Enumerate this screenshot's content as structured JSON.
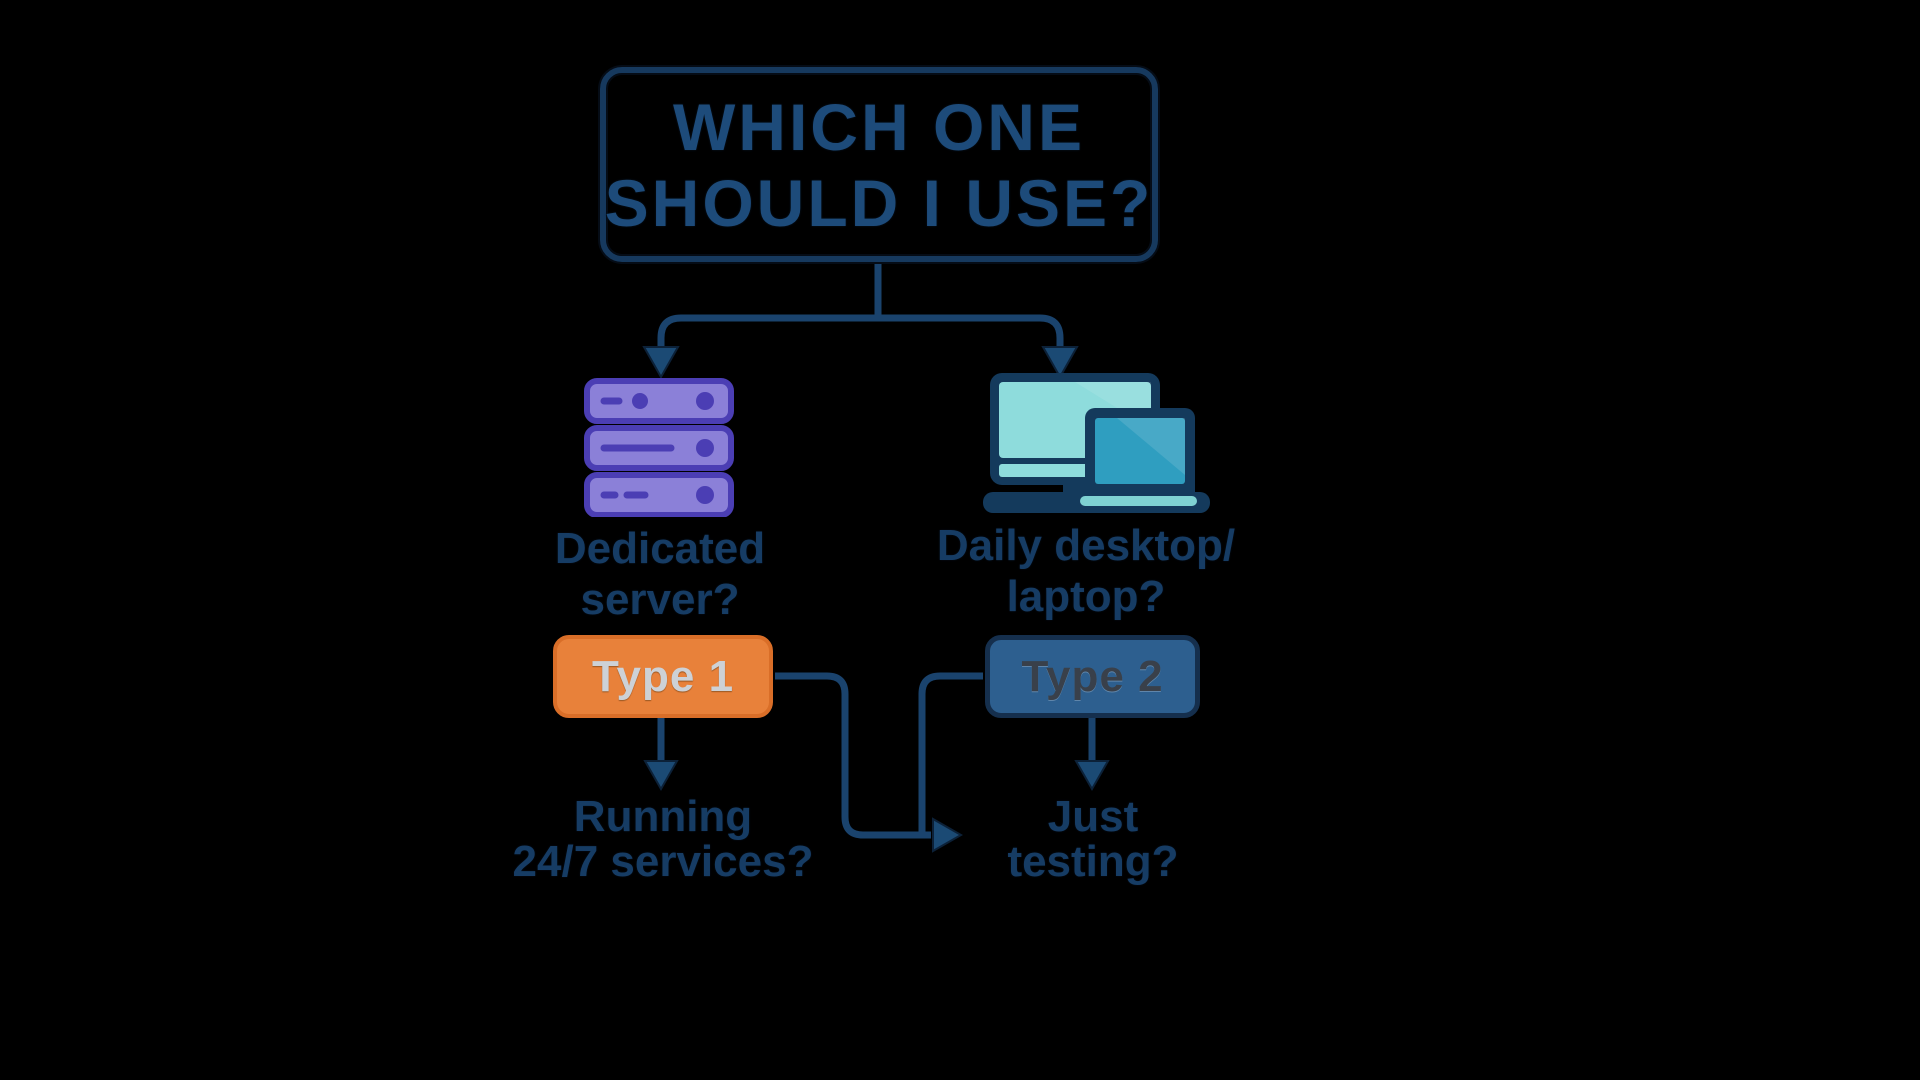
{
  "title": {
    "line1": "WHICH ONE",
    "line2": "SHOULD I USE?"
  },
  "branches": {
    "left": {
      "icon": "server-icon",
      "question": {
        "line1": "Dedicated",
        "line2": "server?"
      },
      "type_label": "Type 1",
      "outcome": {
        "line1": "Running",
        "line2": "24/7 services?"
      }
    },
    "right": {
      "icon": "desktop-laptop-icon",
      "question": {
        "line1": "Daily desktop/",
        "line2": "laptop?"
      },
      "type_label": "Type 2",
      "outcome": {
        "line1": "Just",
        "line2": "testing?"
      }
    }
  },
  "colors": {
    "background": "#000000",
    "line": "#1a436d",
    "arrow": "#1b4a74",
    "box_border": "#16395e",
    "title_text": "#1d4b7a",
    "label_text": "#163c64",
    "type1_fill": "#e8813a",
    "type1_border": "#d96e28",
    "type1_text": "#cdd1d6",
    "type2_fill": "#2d5f8f",
    "type2_border": "#152f4d",
    "type2_text": "#39404a",
    "server_fill": "#8b80d8",
    "server_border": "#4b3eb4",
    "device_frame": "#143a5c",
    "monitor_screen": "#8edcdc",
    "laptop_screen": "#2f9ec0",
    "laptop_base": "#7fd2d2"
  }
}
